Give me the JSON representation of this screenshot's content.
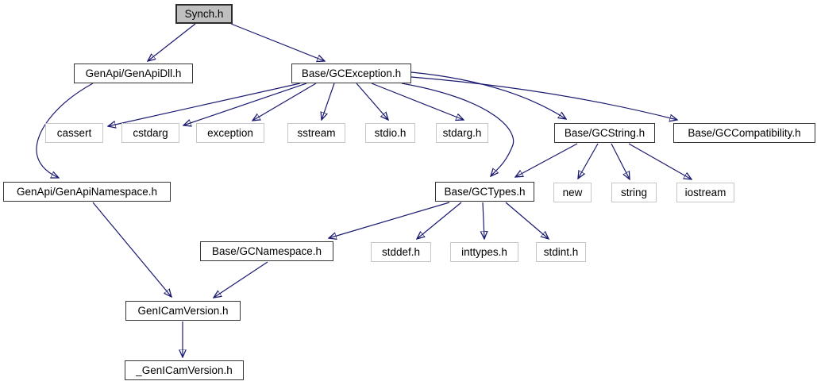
{
  "graph": {
    "kind": "include-dependency-graph",
    "root": "Synch.h",
    "colors": {
      "background": "#ffffff",
      "edge": "#191970",
      "root_fill": "#bfbfbf",
      "internal_node_border": "#353535",
      "external_node_border": "#c6c6c6",
      "text": "#000000"
    }
  },
  "nodes": [
    {
      "id": "synch",
      "label": "Synch.h",
      "kind": "root"
    },
    {
      "id": "genapidll",
      "label": "GenApi/GenApiDll.h",
      "kind": "internal"
    },
    {
      "id": "gcexception",
      "label": "Base/GCException.h",
      "kind": "internal"
    },
    {
      "id": "cassert",
      "label": "cassert",
      "kind": "external"
    },
    {
      "id": "cstdarg",
      "label": "cstdarg",
      "kind": "external"
    },
    {
      "id": "exception",
      "label": "exception",
      "kind": "external"
    },
    {
      "id": "sstream",
      "label": "sstream",
      "kind": "external"
    },
    {
      "id": "stdio",
      "label": "stdio.h",
      "kind": "external"
    },
    {
      "id": "stdarg",
      "label": "stdarg.h",
      "kind": "external"
    },
    {
      "id": "gcstring",
      "label": "Base/GCString.h",
      "kind": "internal"
    },
    {
      "id": "gccompatibility",
      "label": "Base/GCCompatibility.h",
      "kind": "internal"
    },
    {
      "id": "genapinamespace",
      "label": "GenApi/GenApiNamespace.h",
      "kind": "internal"
    },
    {
      "id": "gctypes",
      "label": "Base/GCTypes.h",
      "kind": "internal"
    },
    {
      "id": "new",
      "label": "new",
      "kind": "external"
    },
    {
      "id": "string",
      "label": "string",
      "kind": "external"
    },
    {
      "id": "iostream",
      "label": "iostream",
      "kind": "external"
    },
    {
      "id": "gcnamespace",
      "label": "Base/GCNamespace.h",
      "kind": "internal"
    },
    {
      "id": "stddef",
      "label": "stddef.h",
      "kind": "external"
    },
    {
      "id": "inttypes",
      "label": "inttypes.h",
      "kind": "external"
    },
    {
      "id": "stdint",
      "label": "stdint.h",
      "kind": "external"
    },
    {
      "id": "genicamversion",
      "label": "GenICamVersion.h",
      "kind": "internal"
    },
    {
      "id": "_genicamversion",
      "label": "_GenICamVersion.h",
      "kind": "internal"
    }
  ],
  "edges": [
    {
      "from": "synch",
      "to": "genapidll"
    },
    {
      "from": "synch",
      "to": "gcexception"
    },
    {
      "from": "genapidll",
      "to": "genapinamespace"
    },
    {
      "from": "gcexception",
      "to": "cassert"
    },
    {
      "from": "gcexception",
      "to": "cstdarg"
    },
    {
      "from": "gcexception",
      "to": "exception"
    },
    {
      "from": "gcexception",
      "to": "sstream"
    },
    {
      "from": "gcexception",
      "to": "stdio"
    },
    {
      "from": "gcexception",
      "to": "stdarg"
    },
    {
      "from": "gcexception",
      "to": "gcstring"
    },
    {
      "from": "gcexception",
      "to": "gccompatibility"
    },
    {
      "from": "gcexception",
      "to": "gctypes"
    },
    {
      "from": "gcstring",
      "to": "gctypes"
    },
    {
      "from": "gcstring",
      "to": "new"
    },
    {
      "from": "gcstring",
      "to": "string"
    },
    {
      "from": "gcstring",
      "to": "iostream"
    },
    {
      "from": "genapinamespace",
      "to": "genicamversion"
    },
    {
      "from": "gctypes",
      "to": "gcnamespace"
    },
    {
      "from": "gctypes",
      "to": "stddef"
    },
    {
      "from": "gctypes",
      "to": "inttypes"
    },
    {
      "from": "gctypes",
      "to": "stdint"
    },
    {
      "from": "gcnamespace",
      "to": "genicamversion"
    },
    {
      "from": "genicamversion",
      "to": "_genicamversion"
    }
  ]
}
